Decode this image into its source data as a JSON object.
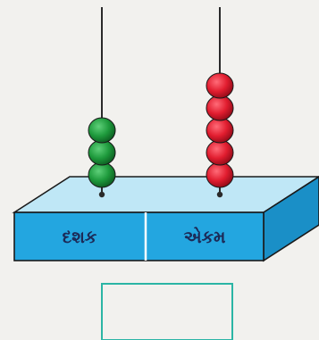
{
  "abacus": {
    "columns": [
      {
        "label": "દશક",
        "bead_count": 3,
        "bead_color": "#1e9a3c"
      },
      {
        "label": "એકમ",
        "bead_count": 5,
        "bead_color": "#e11d2f"
      }
    ],
    "block_color": "#23a6e0",
    "answer_box_value": ""
  }
}
